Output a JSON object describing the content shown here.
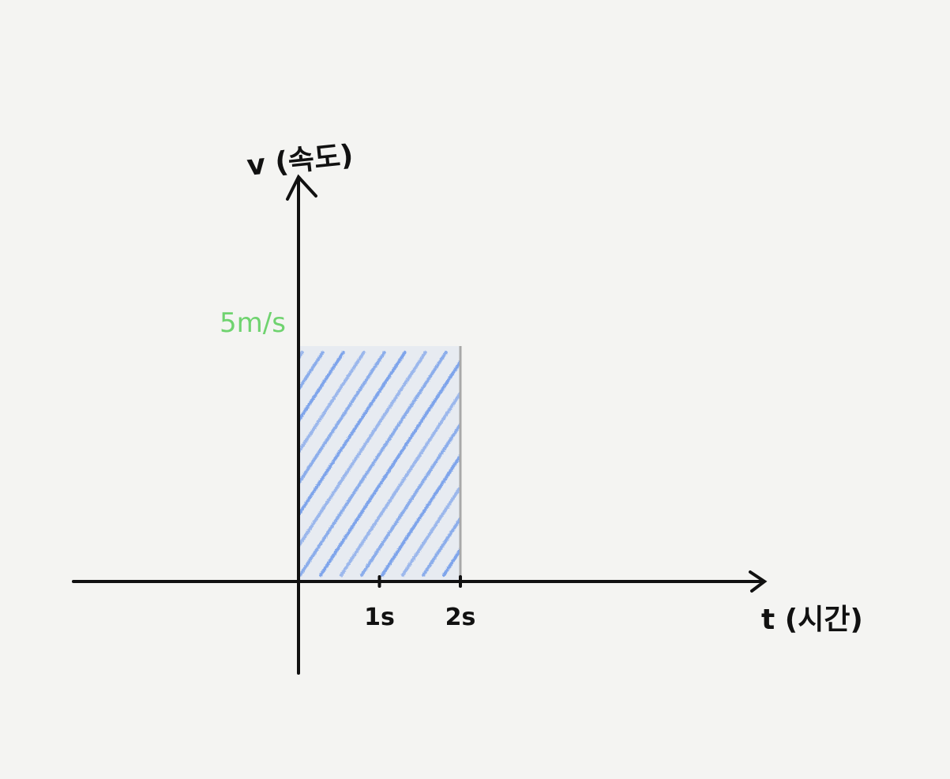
{
  "chart_data": {
    "type": "line",
    "ylabel": "v (속도)",
    "xlabel": "t (시간)",
    "series": [
      {
        "values": [
          5,
          5
        ]
      }
    ],
    "x": [
      -2.8,
      6
    ],
    "level_label": "5m/s",
    "x_ticks": [
      "1s",
      "2s"
    ],
    "x_tick_values": [
      1,
      2
    ],
    "shaded_region": {
      "x_from": 0,
      "x_to": 2,
      "y_from": 0,
      "y_to": 5
    },
    "grid": false,
    "colors": {
      "line": "#6fd36f",
      "shade": "#5b8de8",
      "axis": "#111111",
      "marker_line": "#a8a8a8"
    }
  }
}
